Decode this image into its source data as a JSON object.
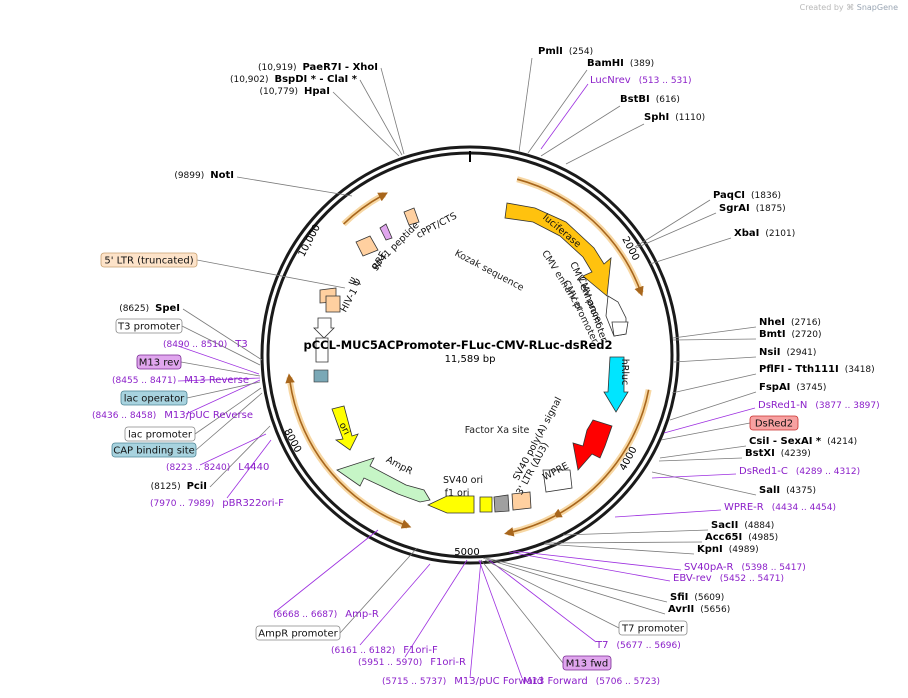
{
  "credit": {
    "prefix": "Created by",
    "brand": "SnapGene"
  },
  "plasmid": {
    "name": "pCCL-MUC5ACPromoter-FLuc-CMV-RLuc-dsRed2",
    "size": "11,589 bp"
  },
  "ticks": [
    "2000",
    "4000",
    "5000",
    "8000",
    "10,000"
  ],
  "colors": {
    "site": "#000000",
    "primer": "#8b1fc9",
    "line": "#7a7a7a",
    "primer_line": "#9d2fe0"
  },
  "sites": [
    {
      "pos": "(254)",
      "name": "PmlI"
    },
    {
      "pos": "(389)",
      "name": "BamHI"
    },
    {
      "pos": "(616)",
      "name": "BstBI"
    },
    {
      "pos": "(1110)",
      "name": "SphI"
    },
    {
      "pos": "(1836)",
      "name": "PaqCI"
    },
    {
      "pos": "(1875)",
      "name": "SgrAI"
    },
    {
      "pos": "(2101)",
      "name": "XbaI"
    },
    {
      "pos": "(2716)",
      "name": "NheI"
    },
    {
      "pos": "(2720)",
      "name": "BmtI"
    },
    {
      "pos": "(2941)",
      "name": "NsiI"
    },
    {
      "pos": "(3418)",
      "name": "PflFI - Tth111I"
    },
    {
      "pos": "(3745)",
      "name": "FspAI"
    },
    {
      "pos": "(4214)",
      "name": "CsiI - SexAI *"
    },
    {
      "pos": "(4239)",
      "name": "BstXI"
    },
    {
      "pos": "(4375)",
      "name": "SalI"
    },
    {
      "pos": "(4884)",
      "name": "SacII"
    },
    {
      "pos": "(4985)",
      "name": "Acc65I"
    },
    {
      "pos": "(4989)",
      "name": "KpnI"
    },
    {
      "pos": "(5609)",
      "name": "SfiI"
    },
    {
      "pos": "(5656)",
      "name": "AvrII"
    },
    {
      "pos": "(8125)",
      "name": "PciI"
    },
    {
      "pos": "(8625)",
      "name": "SpeI"
    },
    {
      "pos": "(9899)",
      "name": "NotI"
    },
    {
      "pos": "(10,779)",
      "name": "HpaI"
    },
    {
      "pos": "(10,902)",
      "name": "BspDI * - ClaI *"
    },
    {
      "pos": "(10,919)",
      "name": "PaeR7I - XhoI"
    }
  ],
  "primers": [
    {
      "name": "LucNrev",
      "pos": "(513 .. 531)"
    },
    {
      "name": "DsRed1-N",
      "pos": "(3877 .. 3897)"
    },
    {
      "name": "DsRed1-C",
      "pos": "(4289 .. 4312)"
    },
    {
      "name": "WPRE-R",
      "pos": "(4434 .. 4454)"
    },
    {
      "name": "SV40pA-R",
      "pos": "(5398 .. 5417)"
    },
    {
      "name": "EBV-rev",
      "pos": "(5452 .. 5471)"
    },
    {
      "name": "T7",
      "pos": "(5677 .. 5696)"
    },
    {
      "name": "M13 Forward",
      "pos": "(5706 .. 5723)"
    },
    {
      "name": "M13/pUC Forward",
      "pos": "(5715 .. 5737)"
    },
    {
      "name": "F1ori-R",
      "pos": "(5951 .. 5970)"
    },
    {
      "name": "F1ori-F",
      "pos": "(6161 .. 6182)"
    },
    {
      "name": "Amp-R",
      "pos": "(6668 .. 6687)"
    },
    {
      "name": "pBR322ori-F",
      "pos": "(7970 .. 7989)"
    },
    {
      "name": "L4440",
      "pos": "(8223 .. 8240)"
    },
    {
      "name": "M13/pUC Reverse",
      "pos": "(8436 .. 8458)"
    },
    {
      "name": "M13 Reverse",
      "pos": "(8455 .. 8471)"
    },
    {
      "name": "T3",
      "pos": "(8490 .. 8510)"
    }
  ],
  "boxes": [
    {
      "name": "5' LTR (truncated)",
      "fill": "#fde3c9",
      "stroke": "#c8a070"
    },
    {
      "name": "DsRed2",
      "fill": "#f7a1a1",
      "stroke": "#c8302e"
    },
    {
      "name": "T7 promoter",
      "fill": "#ffffff",
      "stroke": "#888888"
    },
    {
      "name": "M13 fwd",
      "fill": "#e0a6ee",
      "stroke": "#7a2a94"
    },
    {
      "name": "AmpR promoter",
      "fill": "#ffffff",
      "stroke": "#888888"
    },
    {
      "name": "CAP binding site",
      "fill": "#a8d3df",
      "stroke": "#4f8696"
    },
    {
      "name": "lac promoter",
      "fill": "#ffffff",
      "stroke": "#888888"
    },
    {
      "name": "lac operator",
      "fill": "#a8d3df",
      "stroke": "#4f8696"
    },
    {
      "name": "M13 rev",
      "fill": "#e0a6ee",
      "stroke": "#7a2a94"
    },
    {
      "name": "T3 promoter",
      "fill": "#ffffff",
      "stroke": "#888888"
    }
  ],
  "features": [
    {
      "name": "luciferase",
      "color": "#ffc20e"
    },
    {
      "name": "CMV enhancer",
      "color": "#ffffff"
    },
    {
      "name": "CMV promoter",
      "color": "#ffffff"
    },
    {
      "name": "hRluc",
      "color": "#00e5ff"
    },
    {
      "name": "DsRed2",
      "color": "#ff0000"
    },
    {
      "name": "WPRE",
      "color": "#ffffff"
    },
    {
      "name": "SV40 poly(A) signal",
      "color": "#ffd0a0"
    },
    {
      "name": "3' LTR (ΔU3)",
      "color": "#a0a0a0"
    },
    {
      "name": "SV40 ori",
      "color": "#ffff00"
    },
    {
      "name": "f1 ori",
      "color": "#ffff00"
    },
    {
      "name": "AmpR",
      "color": "#c6f5c6"
    },
    {
      "name": "ori",
      "color": "#ffff00"
    },
    {
      "name": "HIV-1 Ψ",
      "color": "#ffd0a0"
    },
    {
      "name": "RRE",
      "color": "#ffd0a0"
    },
    {
      "name": "gp41 peptide",
      "color": "#e0a6ee"
    },
    {
      "name": "cPPT/CTS",
      "color": "#ffd0a0"
    }
  ],
  "inner_labels": [
    "Kozak sequence",
    "Factor Xa site",
    "CMV promoter",
    "CMV enhancer",
    "Ψ"
  ]
}
